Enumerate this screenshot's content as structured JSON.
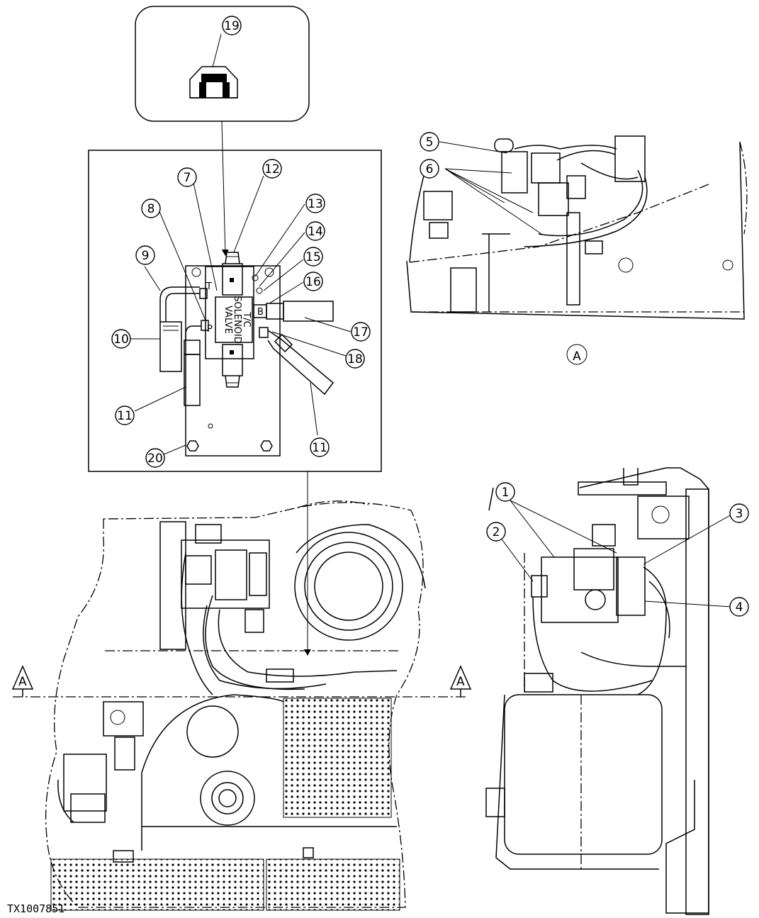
{
  "figure_id": "TX1007851",
  "section_mark": "A",
  "valve_labels": {
    "line1": "T/C",
    "line2": "SOLENOID",
    "line3": "VALVE",
    "port_t": "T",
    "port_b": "B",
    "port_p": "P"
  },
  "callouts": [
    "1",
    "2",
    "3",
    "4",
    "5",
    "6",
    "7",
    "8",
    "9",
    "10",
    "11",
    "11",
    "12",
    "13",
    "14",
    "15",
    "16",
    "17",
    "18",
    "19",
    "20"
  ]
}
